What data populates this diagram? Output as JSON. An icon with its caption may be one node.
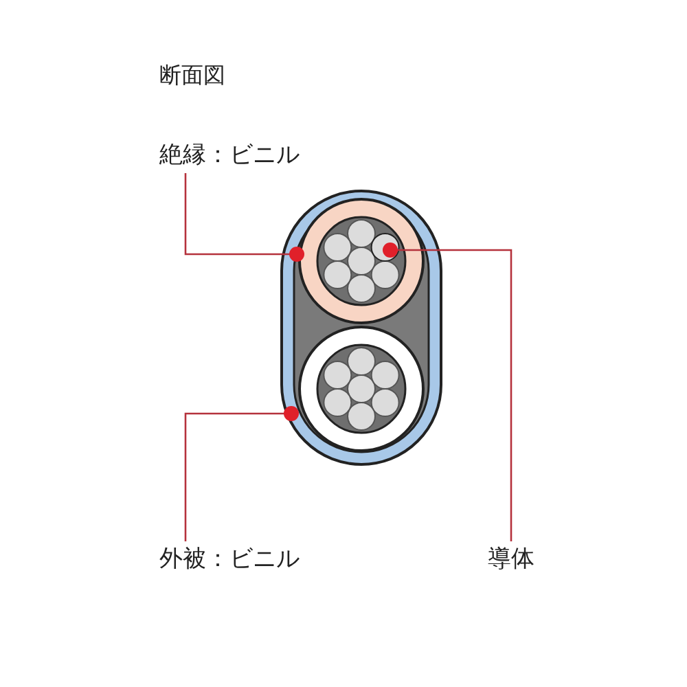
{
  "diagram": {
    "title": "断面図",
    "nodes": [
      {
        "text": [
          "絶縁：ビニル"
        ]
      },
      {
        "text": [],
        "shape": "circle",
        "in": 5
      },
      {
        "text": [
          "導体"
        ]
      },
      {
        "text": [],
        "shape": "circle",
        "in": 1
      },
      {
        "text": [
          "外被：ビニル"
        ]
      },
      {
        "text": [],
        "shape": "box"
      }
    ],
    "edges": [
      {
        "from": 0,
        "to": 1,
        "arrow": "other"
      },
      {
        "from": 2,
        "to": 3,
        "arrow": "other"
      },
      {
        "from": 4,
        "to": 5,
        "arrow": "other"
      }
    ]
  }
}
